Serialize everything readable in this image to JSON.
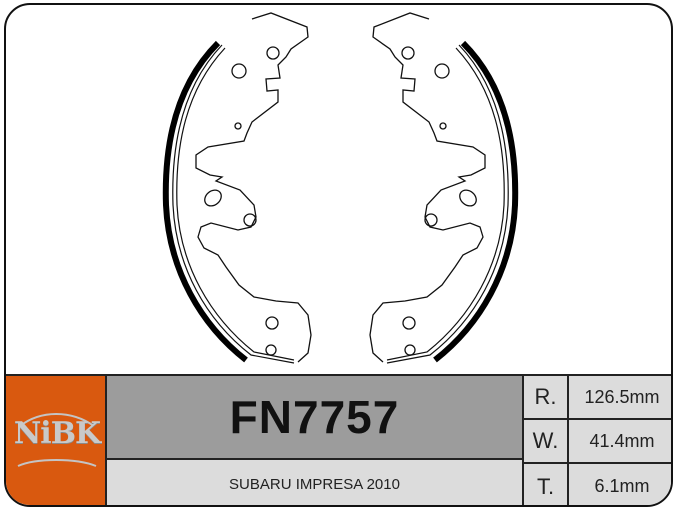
{
  "brand": {
    "logo_text": "NiBK",
    "logo_bg_color": "#d9590f"
  },
  "product": {
    "part_number": "FN7757",
    "vehicle": "SUBARU IMPRESA 2010",
    "drawing": "brake-shoe-pair-diagram"
  },
  "specs": [
    {
      "key": "R.",
      "value": "126.5mm"
    },
    {
      "key": "W.",
      "value": "41.4mm"
    },
    {
      "key": "T.",
      "value": "6.1mm"
    }
  ],
  "colors": {
    "header_gray": "#9c9c9c",
    "light_gray": "#dcdcdc",
    "border": "#222222"
  }
}
